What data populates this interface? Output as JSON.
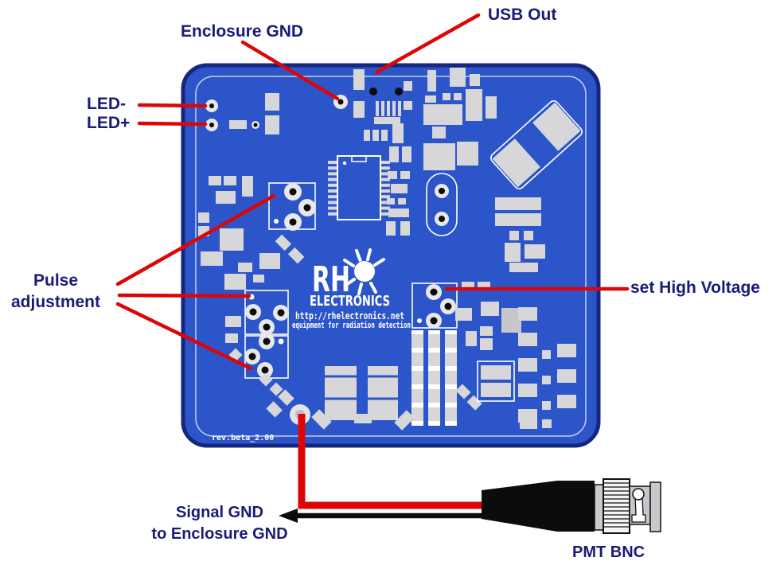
{
  "labels": {
    "enclosure_gnd": "Enclosure GND",
    "usb_out": "USB Out",
    "led_minus": "LED-",
    "led_plus": "LED+",
    "pulse_line1": "Pulse",
    "pulse_line2": "adjustment",
    "set_high_voltage": "set High Voltage",
    "signal_gnd_line1": "Signal GND",
    "signal_gnd_line2": "to Enclosure GND",
    "pmt_bnc": "PMT BNC"
  },
  "board": {
    "silkscreen": {
      "logo_main": "RH",
      "logo_sub": "ELECTRONICS",
      "logo_url": "http://rhelectronics.net",
      "logo_tagline": "equipment for radiation detection",
      "revision": "rev.beta_2.00"
    }
  },
  "colors": {
    "board_blue": "#2c55c9",
    "board_border": "#14267e",
    "silkscreen": "#d7d7da",
    "annotation_red": "#dd0606",
    "label_navy": "#1a1a78",
    "cable_black": "#0c0c0c"
  }
}
